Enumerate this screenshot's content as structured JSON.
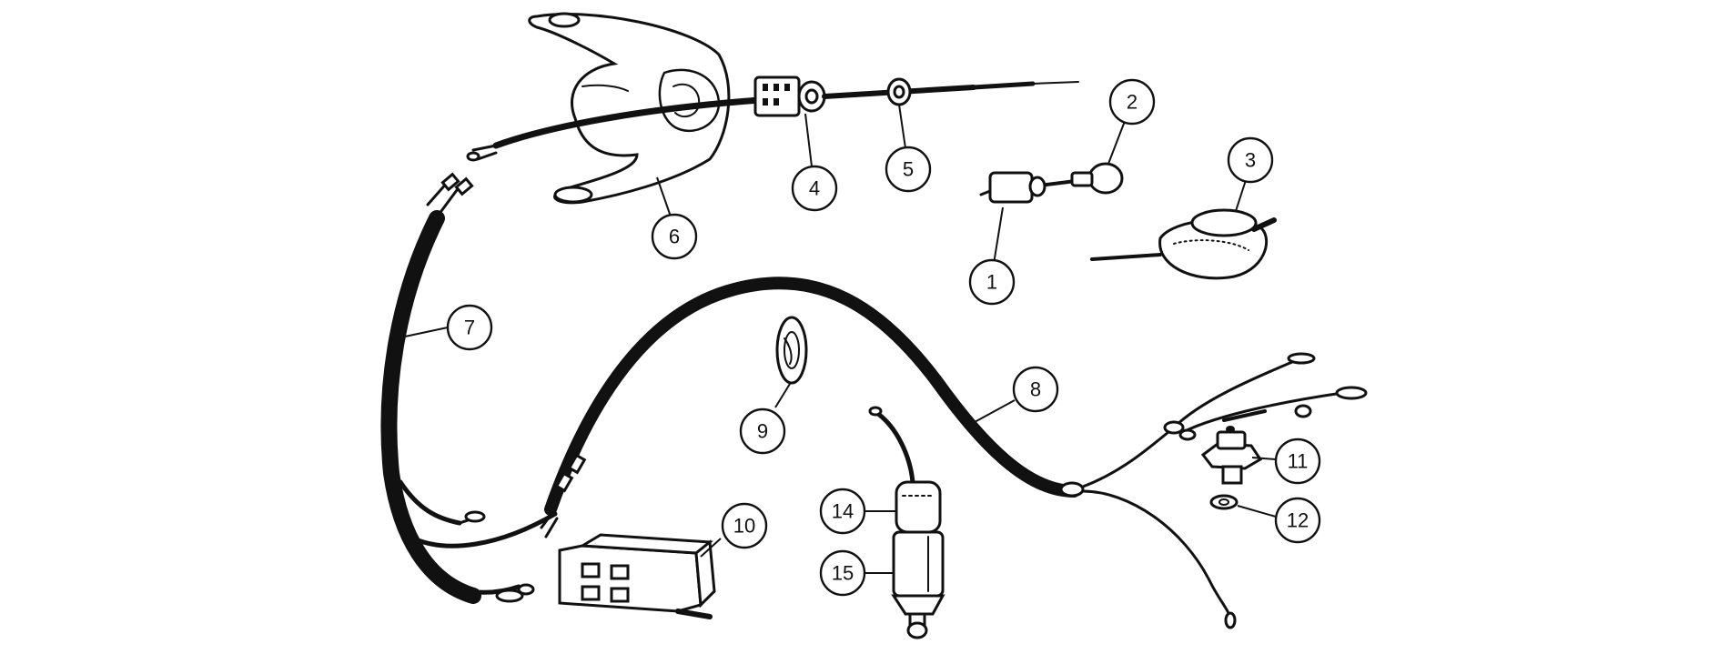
{
  "callouts": [
    {
      "id": "1",
      "label": "1"
    },
    {
      "id": "2",
      "label": "2"
    },
    {
      "id": "3",
      "label": "3"
    },
    {
      "id": "4",
      "label": "4"
    },
    {
      "id": "5",
      "label": "5"
    },
    {
      "id": "6",
      "label": "6"
    },
    {
      "id": "7",
      "label": "7"
    },
    {
      "id": "8",
      "label": "8"
    },
    {
      "id": "9",
      "label": "9"
    },
    {
      "id": "10",
      "label": "10"
    },
    {
      "id": "11",
      "label": "11"
    },
    {
      "id": "12",
      "label": "12"
    },
    {
      "id": "14",
      "label": "14"
    },
    {
      "id": "15",
      "label": "15"
    }
  ]
}
